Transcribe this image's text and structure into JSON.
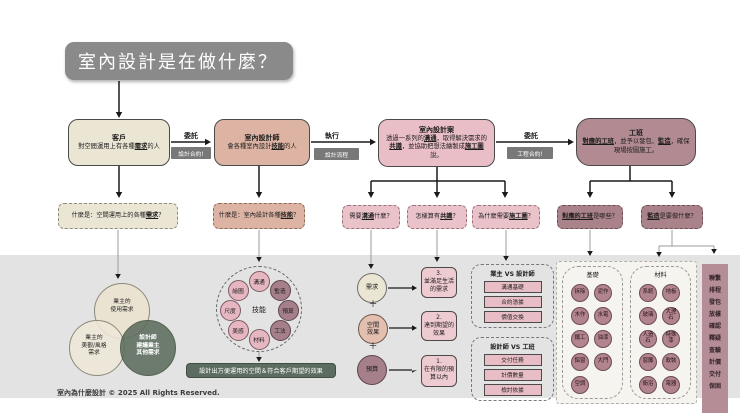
{
  "title": "室內設計是在做什麼？",
  "flow": {
    "nodes": [
      {
        "title": "客戶",
        "desc": [
          {
            "t": "對空間運用上有各種"
          },
          {
            "t": "需求",
            "em": true
          },
          {
            "t": "的人"
          }
        ]
      },
      {
        "title": "室內設計師",
        "desc": [
          {
            "t": "會各種室內設計"
          },
          {
            "t": "技能",
            "em": true
          },
          {
            "t": "的人"
          }
        ]
      },
      {
        "title": "室內設計案",
        "desc": [
          {
            "t": "透過一系列的"
          },
          {
            "t": "溝通",
            "em": true
          },
          {
            "t": "，取得解決需求的"
          },
          {
            "t": "共識",
            "em": true
          },
          {
            "t": "，並協助把想法繪製成"
          },
          {
            "t": "施工圖",
            "em": true
          },
          {
            "t": "說。"
          }
        ]
      },
      {
        "title": "工班",
        "desc": [
          {
            "t": "對應的工班",
            "em": true
          },
          {
            "t": "，並予以發包、"
          },
          {
            "t": "監造",
            "em": true
          },
          {
            "t": "，確保現場按圖施工。"
          }
        ]
      }
    ],
    "links": [
      {
        "label": "委託",
        "tag": "設計合約!"
      },
      {
        "label": "執行",
        "tag": "設計流程"
      },
      {
        "label": "委託",
        "tag": "工程合約!"
      }
    ]
  },
  "questions": [
    {
      "parts": [
        {
          "t": "什麼是：空間運用上的各種"
        },
        {
          "t": "需求",
          "em": true
        },
        {
          "t": "？"
        }
      ]
    },
    {
      "parts": [
        {
          "t": "什麼是：室內設計各種"
        },
        {
          "t": "技能",
          "em": true
        },
        {
          "t": "？"
        }
      ]
    },
    {
      "parts": [
        {
          "t": "需要"
        },
        {
          "t": "溝通",
          "em": true
        },
        {
          "t": "什麼？"
        }
      ]
    },
    {
      "parts": [
        {
          "t": "怎樣算有"
        },
        {
          "t": "共識",
          "em": true
        },
        {
          "t": "？"
        }
      ]
    },
    {
      "parts": [
        {
          "t": "為什麼需要"
        },
        {
          "t": "施工圖",
          "em": true
        },
        {
          "t": "？"
        }
      ]
    },
    {
      "parts": [
        {
          "t": "對應的工班",
          "em": true
        },
        {
          "t": "是哪些？"
        }
      ]
    },
    {
      "parts": [
        {
          "t": "監造",
          "em": true
        },
        {
          "t": "是要做什麼？"
        }
      ]
    }
  ],
  "venn": {
    "top": "業主的\n使用需求",
    "left": "業主的\n美觀/風格\n需求",
    "right": "設計師\n建議業主\n其他需求"
  },
  "skills": {
    "center": "技能",
    "items": [
      {
        "label": "溝通",
        "dark": false
      },
      {
        "label": "監造",
        "dark": true
      },
      {
        "label": "預算",
        "dark": true
      },
      {
        "label": "工法",
        "dark": true
      },
      {
        "label": "材料",
        "dark": false
      },
      {
        "label": "美感",
        "dark": false
      },
      {
        "label": "尺度",
        "dark": false
      },
      {
        "label": "繪圖",
        "dark": false
      }
    ]
  },
  "outcome": "設計出方便運用的空間＆符合客戶期望的效果",
  "equation": {
    "plus": "＋",
    "terms": [
      {
        "label": "需求"
      },
      {
        "label": "空間\n效果"
      },
      {
        "label": "預算"
      }
    ],
    "results": [
      {
        "num": "3.",
        "text": "並滿足生活的需求"
      },
      {
        "num": "2.",
        "text": "達到期望的效果"
      },
      {
        "num": "1.",
        "text": "在有限的預算以內"
      }
    ]
  },
  "vs": [
    {
      "title": "業主 VS 設計師",
      "items": [
        "溝通基礎",
        "合約憑據",
        "價值交換"
      ]
    },
    {
      "title": "設計師 VS 工班",
      "items": [
        "交付任務",
        "計價數量",
        "檢討依據"
      ]
    }
  ],
  "panel": {
    "columns": [
      {
        "title": "基礎",
        "items": [
          "拆除",
          "泥作",
          "木作",
          "水電",
          "鐵工",
          "油漆",
          "鋁窗",
          "大門",
          "空調"
        ]
      },
      {
        "title": "材料",
        "items": [
          "系統",
          "地板",
          "玻璃",
          "大理石",
          "人造石",
          "特殊漆",
          "窗簾",
          "軟裝",
          "衛浴",
          "電器"
        ]
      }
    ]
  },
  "pipeline": [
    "聯繫",
    "排程",
    "發包",
    "放樣",
    "確認",
    "釋疑",
    "查驗",
    "計價",
    "交付",
    "保固"
  ],
  "footer": "室內為什麼設計 © 2025  All Rights Reserved.",
  "colors": {
    "band_bg": "#e3e3e3",
    "title_bg": "#8a8a8a",
    "client": "#ebe5d4",
    "designer": "#ddb4a3",
    "project": "#e9bec7",
    "crew": "#b18a92",
    "tag_bg": "#787878",
    "green": "#5d6c60",
    "panel_circle": "#b2848d",
    "pipeline_bg": "#b48d96"
  }
}
